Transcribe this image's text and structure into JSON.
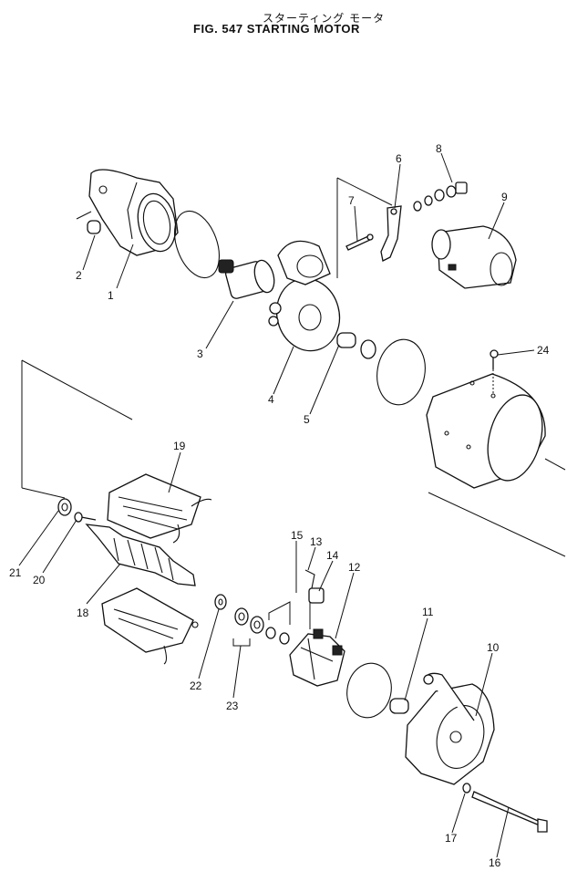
{
  "title": {
    "japanese": "スターティング モータ",
    "english": "FIG. 547  STARTING  MOTOR"
  },
  "callouts": [
    {
      "id": "1",
      "label": "1"
    },
    {
      "id": "2",
      "label": "2"
    },
    {
      "id": "3",
      "label": "3"
    },
    {
      "id": "4",
      "label": "4"
    },
    {
      "id": "5",
      "label": "5"
    },
    {
      "id": "6",
      "label": "6"
    },
    {
      "id": "7",
      "label": "7"
    },
    {
      "id": "8",
      "label": "8"
    },
    {
      "id": "9",
      "label": "9"
    },
    {
      "id": "10",
      "label": "10"
    },
    {
      "id": "11",
      "label": "11"
    },
    {
      "id": "12",
      "label": "12"
    },
    {
      "id": "13",
      "label": "13"
    },
    {
      "id": "14",
      "label": "14"
    },
    {
      "id": "15",
      "label": "15"
    },
    {
      "id": "16",
      "label": "16"
    },
    {
      "id": "17",
      "label": "17"
    },
    {
      "id": "18",
      "label": "18"
    },
    {
      "id": "19",
      "label": "19"
    },
    {
      "id": "20",
      "label": "20"
    },
    {
      "id": "21",
      "label": "21"
    },
    {
      "id": "22",
      "label": "22"
    },
    {
      "id": "23",
      "label": "23"
    },
    {
      "id": "24",
      "label": "24"
    }
  ]
}
